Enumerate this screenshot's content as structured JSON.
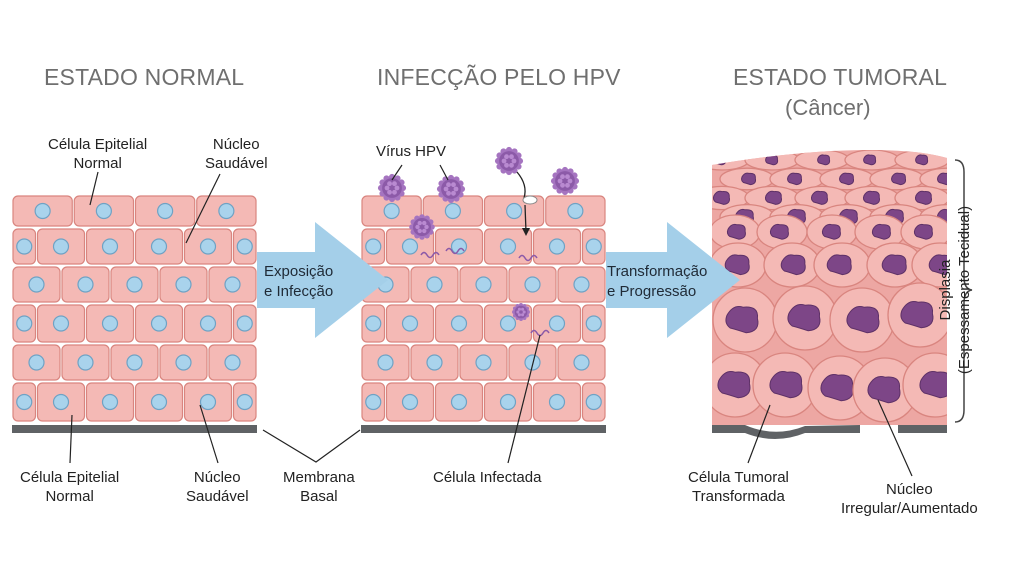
{
  "stages": {
    "normal": {
      "title": "ESTADO NORMAL"
    },
    "infection": {
      "title": "INFECÇÃO PELO HPV"
    },
    "tumor": {
      "title": "ESTADO TUMORAL",
      "subtitle": "(Câncer)"
    }
  },
  "arrows": {
    "first": {
      "line1": "Exposição",
      "line2": "e Infecção"
    },
    "second": {
      "line1": "Transformação",
      "line2": "e Progressão"
    }
  },
  "labels": {
    "top_left_cell": {
      "line1": "Célula Epitelial",
      "line2": "Normal"
    },
    "top_nucleus": {
      "line1": "Núcleo",
      "line2": "Saudável"
    },
    "virus": "Vírus HPV",
    "bottom_left_cell": {
      "line1": "Célula Epitelial",
      "line2": "Normal"
    },
    "bottom_nucleus": {
      "line1": "Núcleo",
      "line2": "Saudável"
    },
    "membrane": {
      "line1": "Membrana",
      "line2": "Basal"
    },
    "infected_cell": "Célula Infectada",
    "tumor_cell": {
      "line1": "Célula Tumoral",
      "line2": "Transformada"
    },
    "tumor_nucleus": {
      "line1": "Núcleo",
      "line2": "Irregular/Aumentado"
    },
    "dysplasia": {
      "line1": "Displasia",
      "line2": "(Espessamento Tecidual)"
    }
  },
  "colors": {
    "cell_fill": "#f4b9b5",
    "cell_stroke": "#d9857f",
    "nucleus_fill": "#a9d3ec",
    "nucleus_stroke": "#6fa2c4",
    "arrow_fill": "#a4cfe9",
    "membrane": "#5f6265",
    "virus": "#8c5aa8",
    "tumor_nucleus": "#7d4687",
    "heading_text": "#6f6f6f"
  }
}
